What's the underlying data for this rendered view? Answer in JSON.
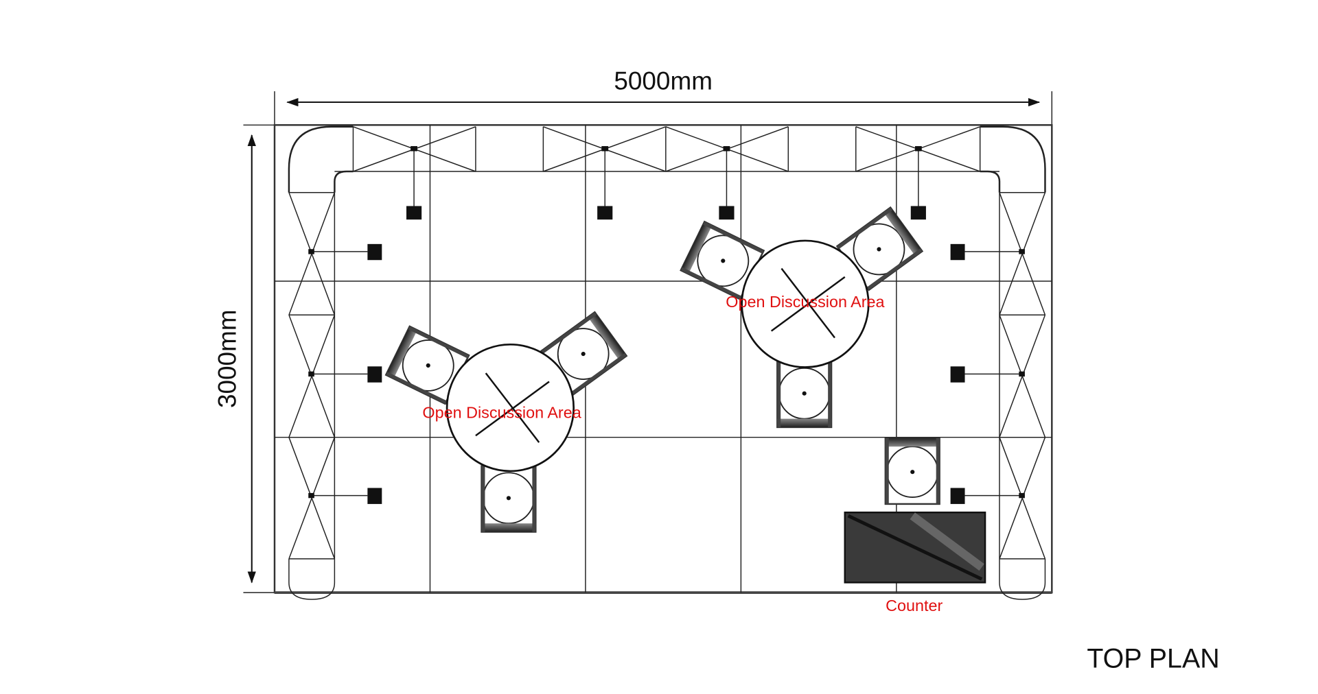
{
  "dimensions": {
    "width_label": "5000mm",
    "depth_label": "3000mm"
  },
  "labels": {
    "area_1": "Open Discussion Area",
    "area_2": "Open Discussion Area",
    "counter": "Counter"
  },
  "title": "TOP PLAN",
  "colors": {
    "label": "#e01010",
    "line": "#222222",
    "counter": "#3a3a3a"
  }
}
